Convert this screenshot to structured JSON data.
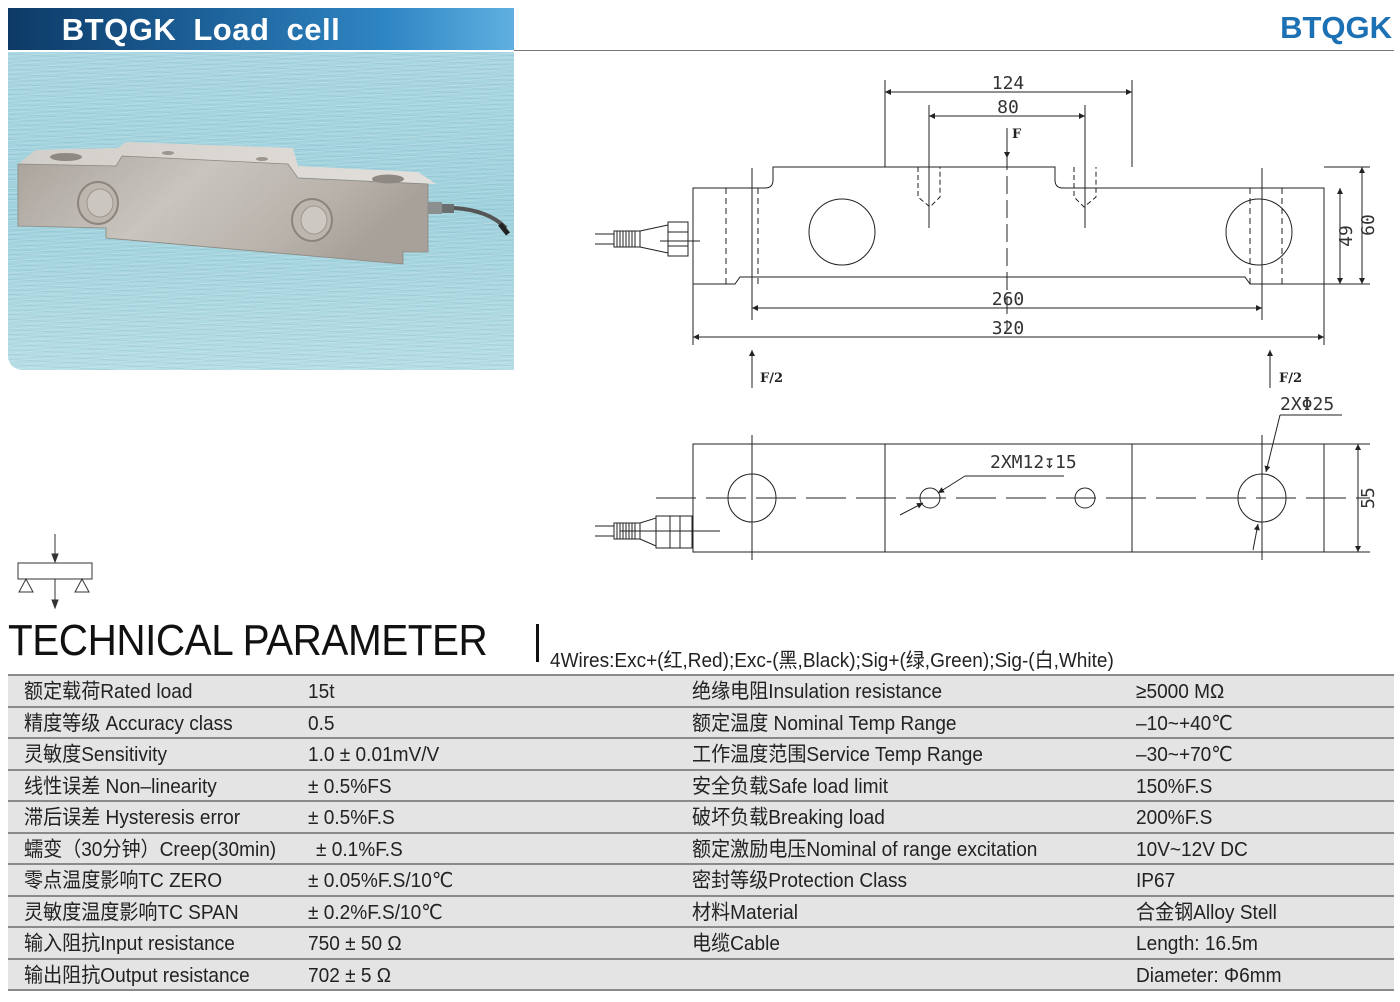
{
  "header": {
    "banner_title": "BTQGK  Load cell",
    "brand": "BTQGK",
    "colors": {
      "banner_dark": "#0d3a66",
      "banner_light": "#5fb0e0",
      "brand_blue": "#1c70b4",
      "row_bg": "#e4e4e4",
      "row_rule": "#8a8a8a"
    }
  },
  "photo": {
    "alt": "Silver double-ended shear beam load cell with cable on blue textured background"
  },
  "drawing": {
    "dimensions": {
      "top_width": "124",
      "thread_spacing": "80",
      "support_spacing": "260",
      "overall_length": "320",
      "height_inner": "49",
      "height_outer": "60",
      "width": "55"
    },
    "labels": {
      "force": "F",
      "reaction_left": "F/2",
      "reaction_right": "F/2",
      "holes": "2XΦ25",
      "threads": "2XM12↧15"
    }
  },
  "technical": {
    "title": "TECHNICAL PARAMETER",
    "wires": "4Wires:Exc+(红,Red);Exc-(黑,Black);Sig+(绿,Green);Sig-(白,White)",
    "rows": [
      {
        "l_label": "额定载荷Rated load",
        "l_value": "15t",
        "r_label": "绝缘电阻Insulation resistance",
        "r_value": "≥5000 MΩ"
      },
      {
        "l_label": "精度等级 Accuracy class",
        "l_value": "0.5",
        "r_label": "额定温度 Nominal Temp Range",
        "r_value": "–10~+40℃"
      },
      {
        "l_label": "灵敏度Sensitivity",
        "l_value": "1.0 ± 0.01mV/V",
        "r_label": "工作温度范围Service Temp Range",
        "r_value": "–30~+70℃"
      },
      {
        "l_label": "线性误差 Non–linearity",
        "l_value": "± 0.5%FS",
        "r_label": "安全负载Safe load limit",
        "r_value": "150%F.S"
      },
      {
        "l_label": "滞后误差 Hysteresis error",
        "l_value": "± 0.5%F.S",
        "r_label": "破坏负载Breaking load",
        "r_value": "200%F.S"
      },
      {
        "l_label": "蠕变（30分钟）Creep(30min)",
        "l_value": "± 0.1%F.S",
        "r_label": "额定激励电压Nominal of range excitation",
        "r_value": "10V~12V DC"
      },
      {
        "l_label": "零点温度影响TC ZERO",
        "l_value": "± 0.05%F.S/10℃",
        "r_label": "密封等级Protection Class",
        "r_value": "IP67"
      },
      {
        "l_label": "灵敏度温度影响TC SPAN",
        "l_value": "± 0.2%F.S/10℃",
        "r_label": "材料Material",
        "r_value": "合金钢Alloy Stell"
      },
      {
        "l_label": "输入阻抗Input resistance",
        "l_value": "750 ± 50 Ω",
        "r_label": "电缆Cable",
        "r_value": "Length: 16.5m"
      },
      {
        "l_label": "输出阻抗Output resistance",
        "l_value": "702 ± 5 Ω",
        "r_label": "",
        "r_value": "Diameter: Φ6mm"
      }
    ]
  }
}
